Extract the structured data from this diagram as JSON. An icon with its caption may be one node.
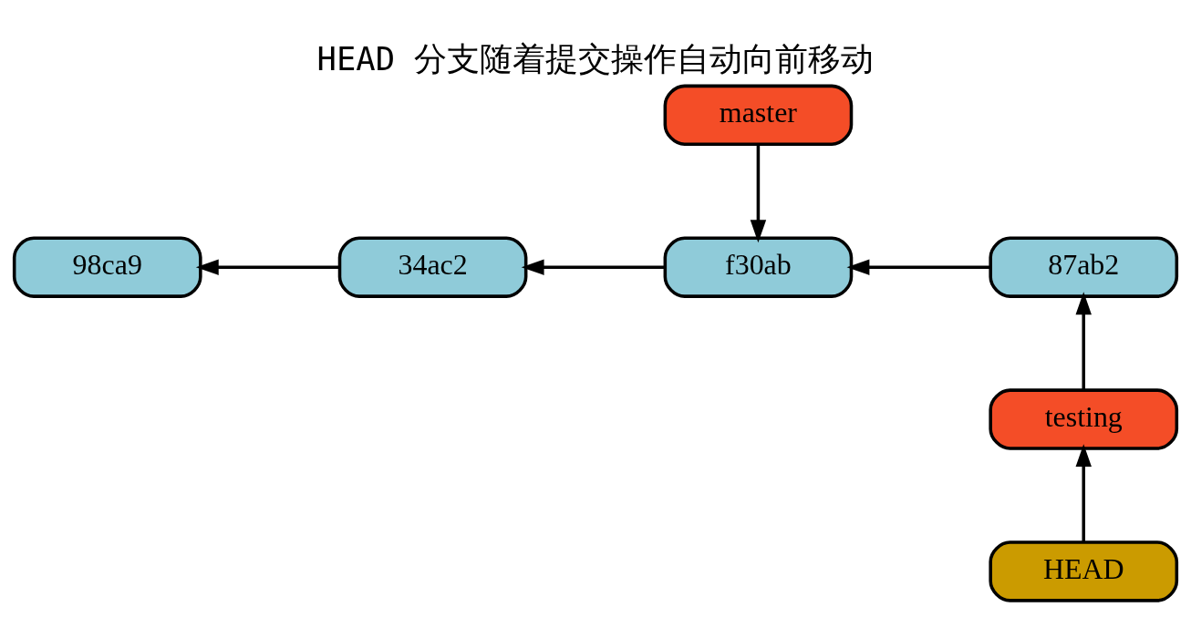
{
  "diagram": {
    "title": "HEAD 分支随着提交操作自动向前移动",
    "nodes": [
      {
        "text": [
          "master"
        ]
      },
      {
        "text": [
          "98ca9"
        ]
      },
      {
        "text": [
          "34ac2"
        ]
      },
      {
        "text": [
          "f30ab"
        ]
      },
      {
        "text": [
          "87ab2"
        ]
      },
      {
        "text": [
          "testing"
        ]
      },
      {
        "text": [
          "HEAD"
        ]
      }
    ],
    "edges": [
      {
        "from": 0,
        "to": 3,
        "arrow": "to"
      },
      {
        "from": 2,
        "to": 1,
        "arrow": "to"
      },
      {
        "from": 3,
        "to": 2,
        "arrow": "to"
      },
      {
        "from": 4,
        "to": 3,
        "arrow": "to"
      },
      {
        "from": 5,
        "to": 4,
        "arrow": "to"
      },
      {
        "from": 6,
        "to": 5,
        "arrow": "to"
      }
    ]
  }
}
